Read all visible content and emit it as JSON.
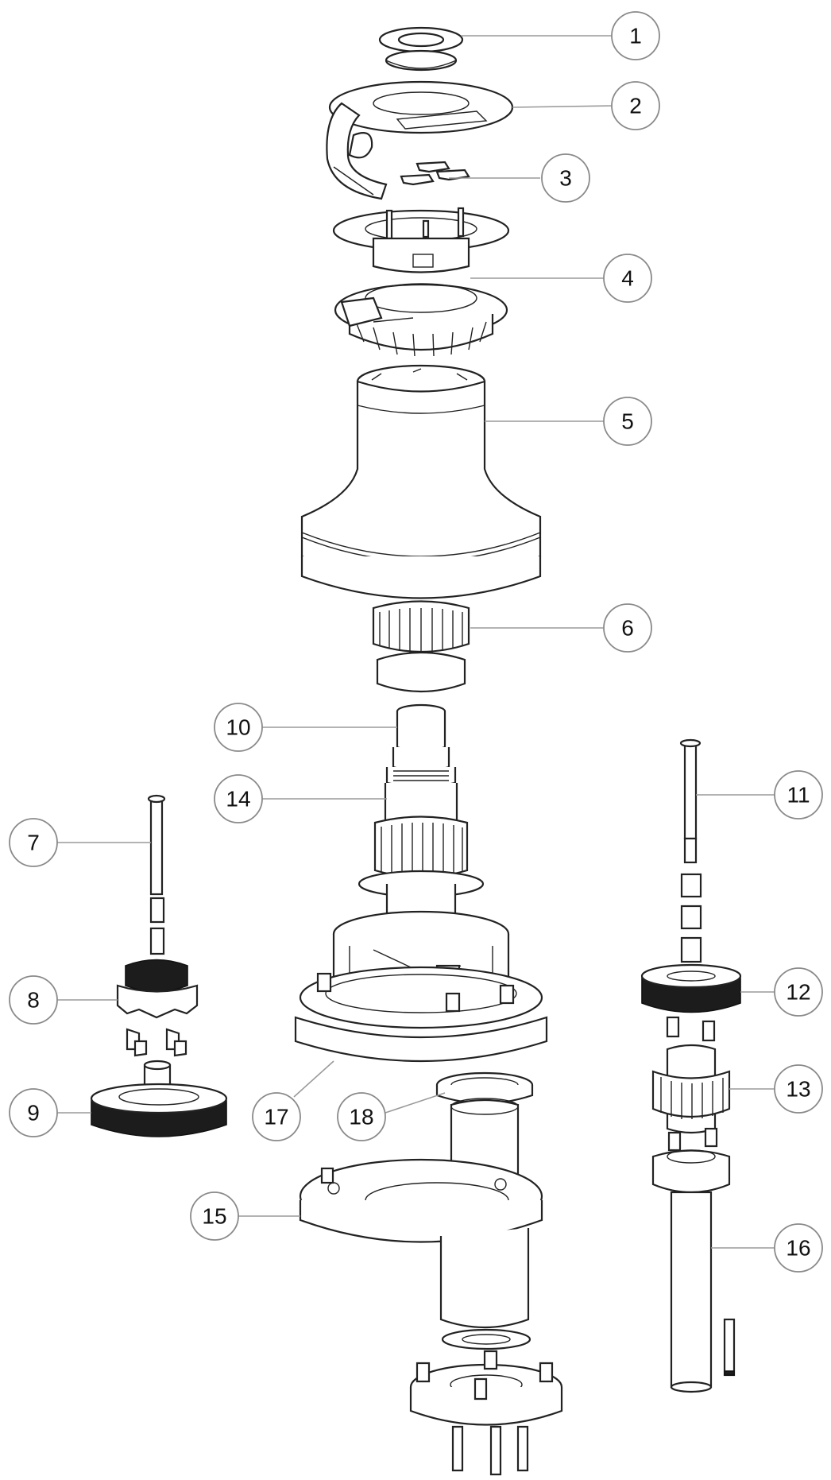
{
  "diagram": {
    "callouts": [
      {
        "id": "1",
        "label": "1"
      },
      {
        "id": "2",
        "label": "2"
      },
      {
        "id": "3",
        "label": "3"
      },
      {
        "id": "4",
        "label": "4"
      },
      {
        "id": "5",
        "label": "5"
      },
      {
        "id": "6",
        "label": "6"
      },
      {
        "id": "7",
        "label": "7"
      },
      {
        "id": "8",
        "label": "8"
      },
      {
        "id": "9",
        "label": "9"
      },
      {
        "id": "10",
        "label": "10"
      },
      {
        "id": "11",
        "label": "11"
      },
      {
        "id": "12",
        "label": "12"
      },
      {
        "id": "13",
        "label": "13"
      },
      {
        "id": "14",
        "label": "14"
      },
      {
        "id": "15",
        "label": "15"
      },
      {
        "id": "16",
        "label": "16"
      },
      {
        "id": "17",
        "label": "17"
      },
      {
        "id": "18",
        "label": "18"
      }
    ],
    "colors": {
      "line": "#222222",
      "leader": "#9a9a9a",
      "gear": "#1c1c1c",
      "background": "#ffffff"
    }
  }
}
